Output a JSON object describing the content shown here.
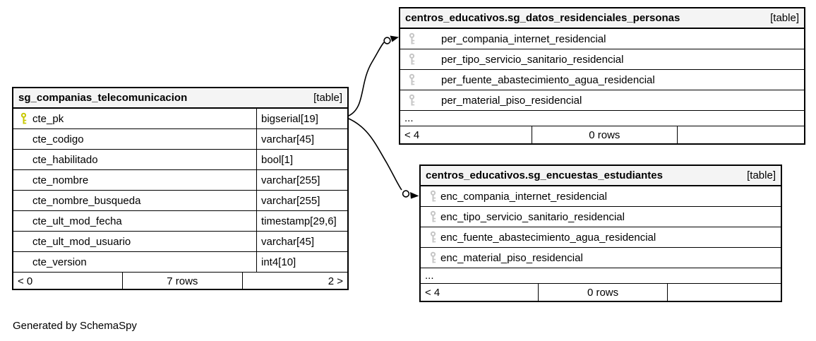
{
  "page": {
    "generator_note": "Generated by SchemaSpy"
  },
  "colors": {
    "background": "#ffffff",
    "border": "#000000",
    "header_bg": "#f4f4f4",
    "text": "#000000",
    "primary_key_icon": "#c8c800",
    "foreign_key_icon": "#c6c6c6"
  },
  "icons": {
    "primary_key": "key-icon",
    "foreign_key": "key-icon"
  },
  "tables": [
    {
      "title": "sg_companias_telecomunicacion",
      "tag": "[table]",
      "has_type_column": true,
      "columns": [
        {
          "name": "cte_pk",
          "type": "bigserial[19]",
          "key": "primary"
        },
        {
          "name": "cte_codigo",
          "type": "varchar[45]",
          "key": "none"
        },
        {
          "name": "cte_habilitado",
          "type": "bool[1]",
          "key": "none"
        },
        {
          "name": "cte_nombre",
          "type": "varchar[255]",
          "key": "none"
        },
        {
          "name": "cte_nombre_busqueda",
          "type": "varchar[255]",
          "key": "none"
        },
        {
          "name": "cte_ult_mod_fecha",
          "type": "timestamp[29,6]",
          "key": "none"
        },
        {
          "name": "cte_ult_mod_usuario",
          "type": "varchar[45]",
          "key": "none"
        },
        {
          "name": "cte_version",
          "type": "int4[10]",
          "key": "none"
        }
      ],
      "ellipsis": null,
      "footer": {
        "left": "< 0",
        "center": "7 rows",
        "right": "2 >"
      }
    },
    {
      "title": "centros_educativos.sg_datos_residenciales_personas",
      "tag": "[table]",
      "has_type_column": false,
      "columns": [
        {
          "name": "per_compania_internet_residencial",
          "key": "foreign"
        },
        {
          "name": "per_tipo_servicio_sanitario_residencial",
          "key": "foreign"
        },
        {
          "name": "per_fuente_abastecimiento_agua_residencial",
          "key": "foreign"
        },
        {
          "name": "per_material_piso_residencial",
          "key": "foreign"
        }
      ],
      "ellipsis": "...",
      "footer": {
        "left": "< 4",
        "center": "0 rows",
        "right": ""
      }
    },
    {
      "title": "centros_educativos.sg_encuestas_estudiantes",
      "tag": "[table]",
      "has_type_column": false,
      "columns": [
        {
          "name": "enc_compania_internet_residencial",
          "key": "foreign"
        },
        {
          "name": "enc_tipo_servicio_sanitario_residencial",
          "key": "foreign"
        },
        {
          "name": "enc_fuente_abastecimiento_agua_residencial",
          "key": "foreign"
        },
        {
          "name": "enc_material_piso_residencial",
          "key": "foreign"
        }
      ],
      "ellipsis": "...",
      "footer": {
        "left": "< 4",
        "center": "0 rows",
        "right": ""
      }
    }
  ]
}
